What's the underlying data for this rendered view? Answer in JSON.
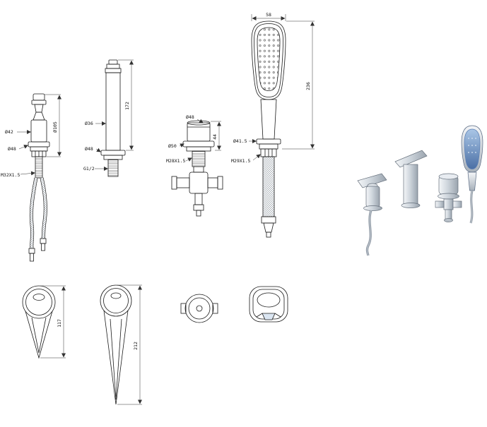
{
  "drawing": {
    "handle": {
      "d_body": "Ø42",
      "d_overall": "Ø105",
      "d_base": "Ø48",
      "thread": "M32X1.5"
    },
    "spout": {
      "d_column": "Ø36",
      "height": "172",
      "d_base": "Ø48",
      "thread": "G1/2"
    },
    "diverter": {
      "d_knob": "Ø48",
      "knob_height": "44",
      "d_base": "Ø50",
      "thread": "M28X1.5"
    },
    "handshower": {
      "head_width": "58",
      "height": "236",
      "d_flange": "Ø41.5",
      "thread": "M29X1.5"
    },
    "top_views": {
      "handle_length": "117",
      "spout_length": "212"
    }
  },
  "colors": {
    "line": "#1a1a1a",
    "dim": "#333333",
    "accent_blue": "#5b7fb5",
    "metal_light": "#eef1f4",
    "metal_dark": "#97a0ab",
    "background": "#ffffff"
  }
}
